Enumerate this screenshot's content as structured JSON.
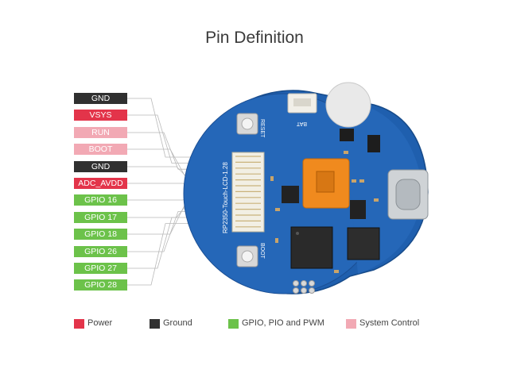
{
  "title": "Pin Definition",
  "colors": {
    "power": "#e3344a",
    "ground": "#303030",
    "gpio": "#6cc24a",
    "system": "#f2a9b4"
  },
  "pins": [
    {
      "label": "GND",
      "type": "ground"
    },
    {
      "label": "VSYS",
      "type": "power"
    },
    {
      "label": "RUN",
      "type": "system"
    },
    {
      "label": "BOOT",
      "type": "system"
    },
    {
      "label": "GND",
      "type": "ground"
    },
    {
      "label": "ADC_AVDD",
      "type": "power"
    },
    {
      "label": "GPIO 16",
      "type": "gpio"
    },
    {
      "label": "GPIO 17",
      "type": "gpio"
    },
    {
      "label": "GPIO 18",
      "type": "gpio"
    },
    {
      "label": "GPIO 26",
      "type": "gpio"
    },
    {
      "label": "GPIO 27",
      "type": "gpio"
    },
    {
      "label": "GPIO 28",
      "type": "gpio"
    }
  ],
  "legend": [
    {
      "label": "Power",
      "type": "power"
    },
    {
      "label": "Ground",
      "type": "ground"
    },
    {
      "label": "GPIO, PIO and PWM",
      "type": "gpio"
    },
    {
      "label": "System Control",
      "type": "system"
    }
  ],
  "board": {
    "silkscreen_name": "RP2350-Touch-LCD-1.28",
    "reset_label": "RESET",
    "boot_label": "BOOT",
    "bat_label": "BAT"
  }
}
